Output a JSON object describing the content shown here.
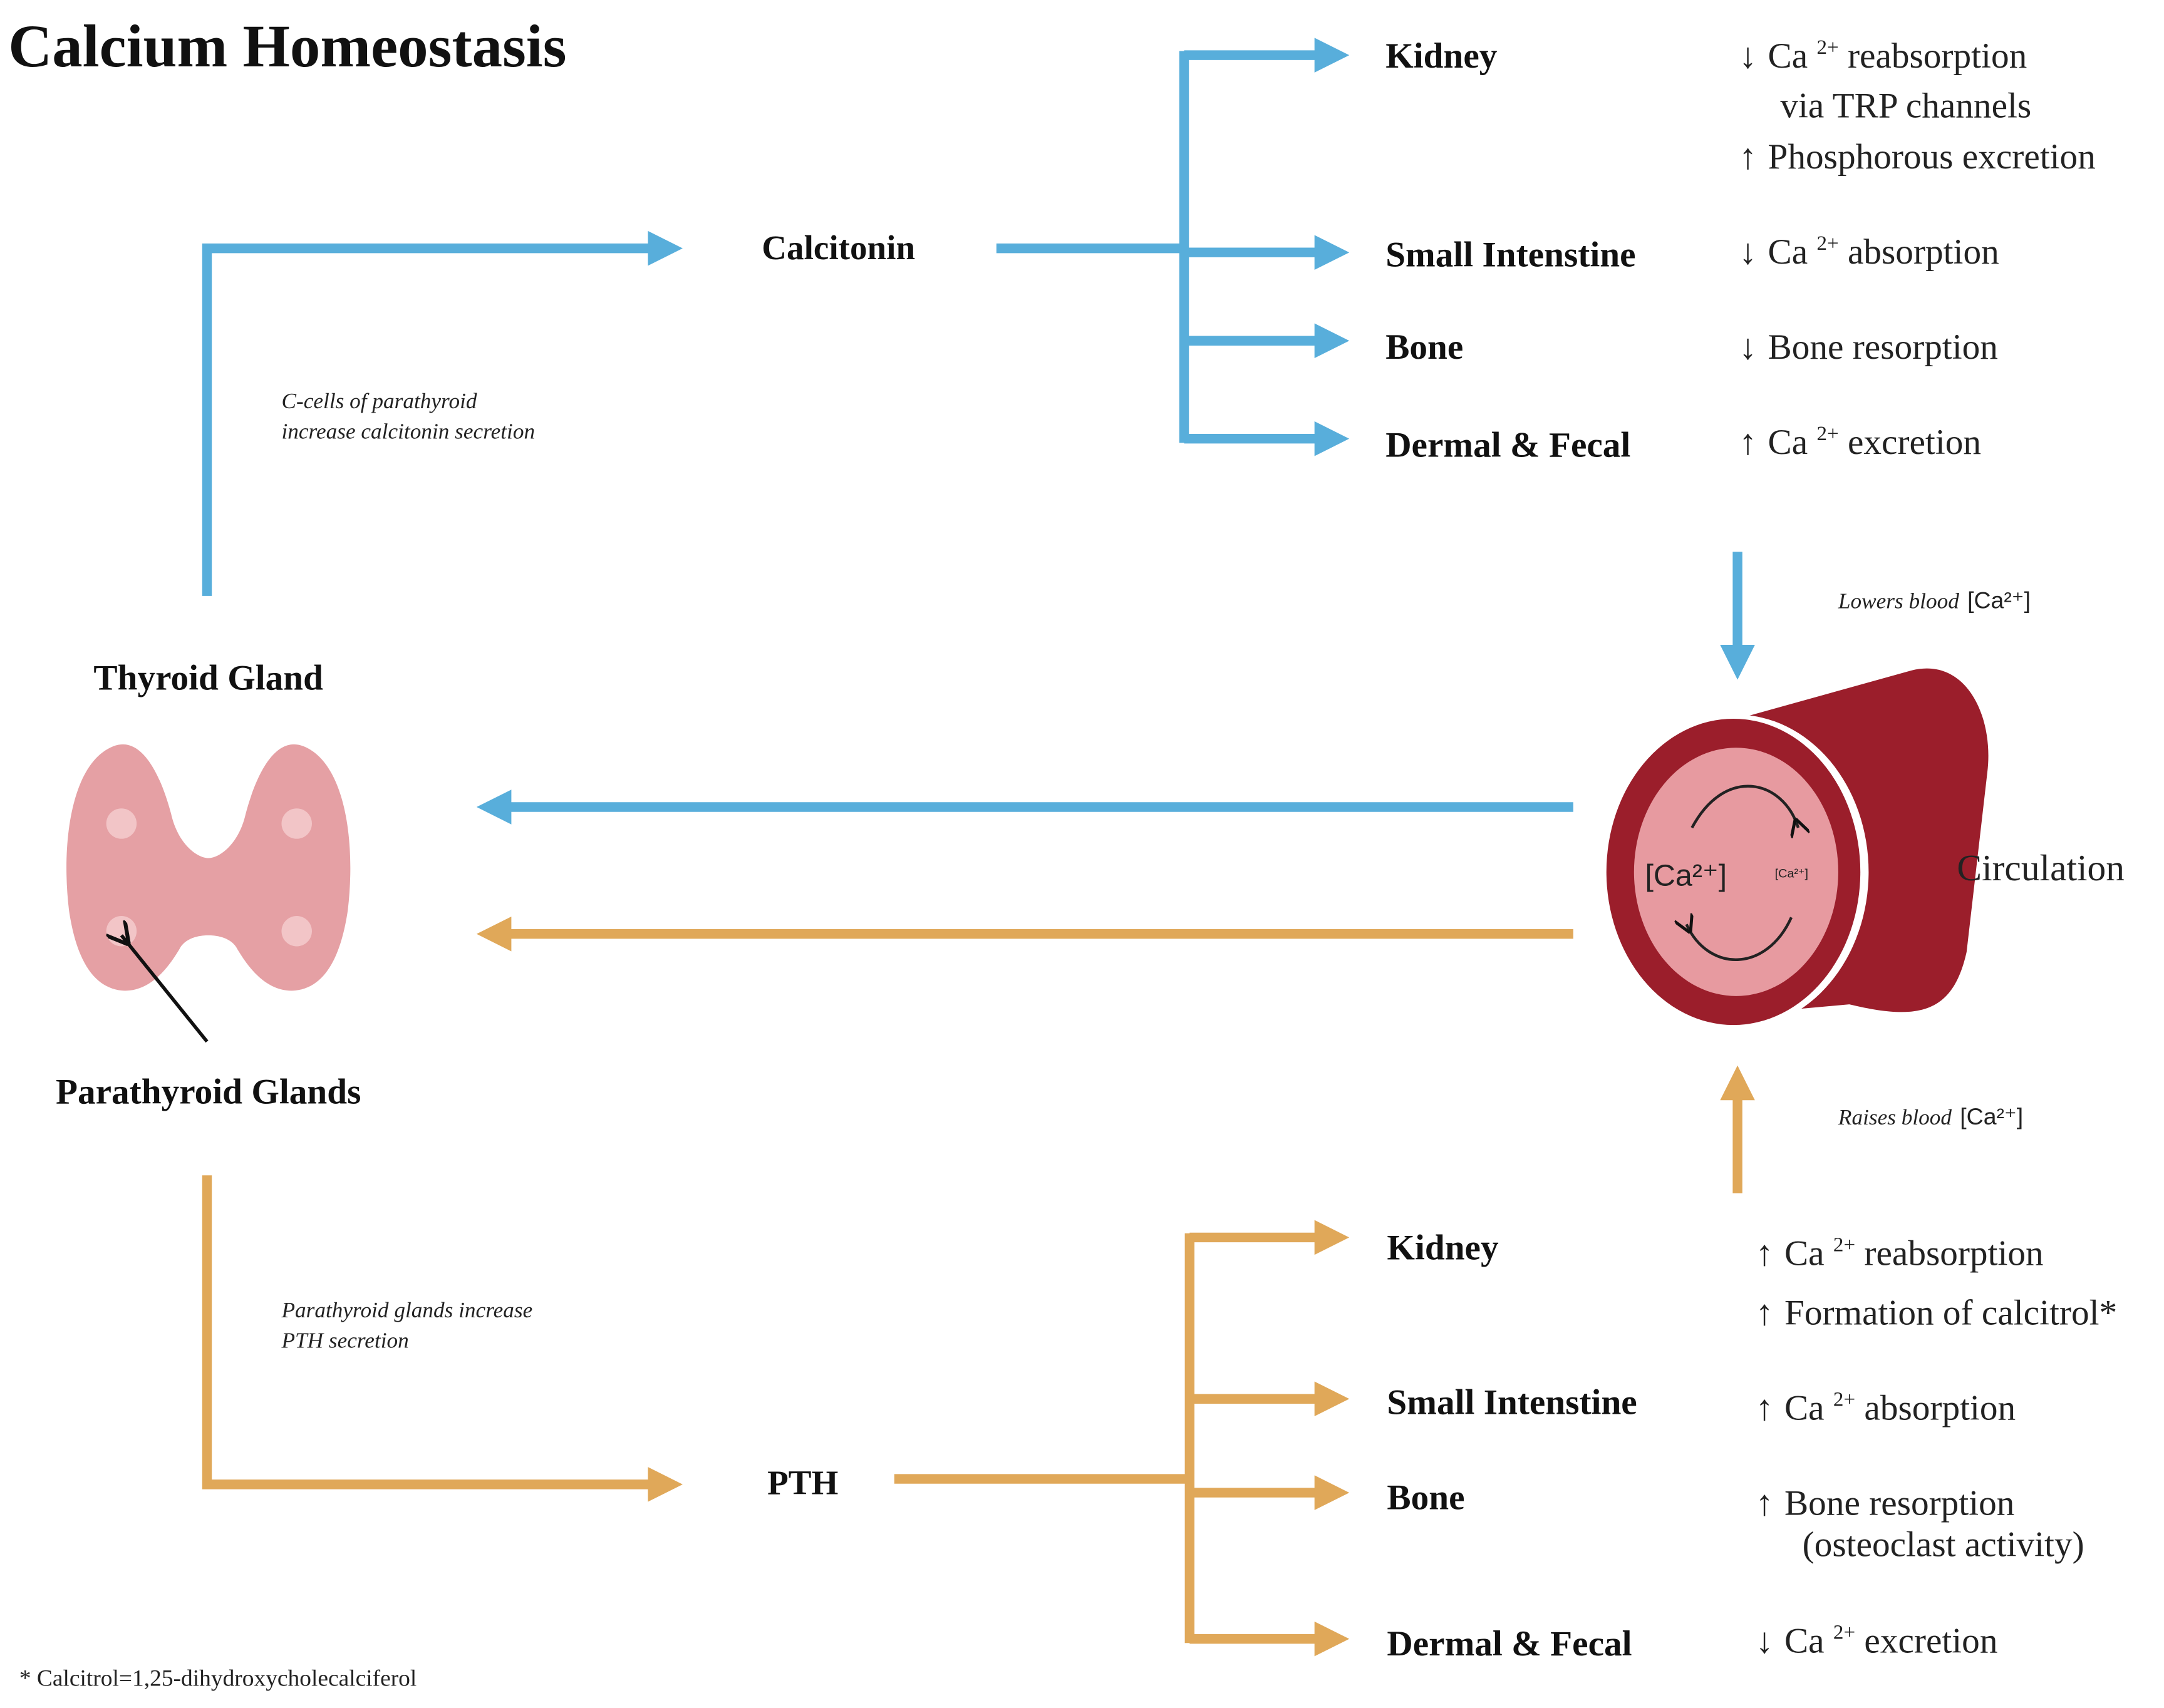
{
  "title": "Calcium Homeostasis",
  "colors": {
    "calcitonin": "#58aedb",
    "pth": "#e0a859",
    "thyroid": "#e5a0a4",
    "vessel_dark": "#9b1e2b",
    "vessel_light": "#e79aa0"
  },
  "calcitonin": {
    "label": "Calcitonin",
    "note_line1": "C-cells of parathyroid",
    "note_line2": "increase calcitonin secretion",
    "targets": [
      {
        "organ": "Kidney",
        "arrow1": "↓",
        "effect1a": "Ca ",
        "sup1": "2+",
        "effect1b": " reabsorption",
        "effect1_line2": "via TRP channels",
        "arrow2": "↑",
        "effect2": "Phosphorous excretion"
      },
      {
        "organ": "Small Intenstine",
        "arrow": "↓",
        "ca": "Ca ",
        "sup": "2+",
        "effect": " absorption"
      },
      {
        "organ": "Bone",
        "arrow": "↓",
        "effect": "Bone resorption"
      },
      {
        "organ": "Dermal & Fecal",
        "arrow": "↑",
        "ca": "Ca ",
        "sup": "2+",
        "effect": " excretion"
      }
    ],
    "blood_effect_italic": "Lowers blood",
    "blood_effect_ca": "[Ca²⁺]"
  },
  "thyroid": {
    "label": "Thyroid Gland",
    "parathyroid_label": "Parathyroid Glands"
  },
  "circulation": {
    "label": "Circulation",
    "center": "[Ca²⁺]",
    "small": "[Ca²⁺]"
  },
  "pth": {
    "label": "PTH",
    "note_line1": "Parathyroid glands increase",
    "note_line2": "PTH secretion",
    "targets": [
      {
        "organ": "Kidney",
        "arrow1": "↑",
        "ca1": "Ca ",
        "sup1": "2+",
        "effect1": " reabsorption",
        "arrow2": "↑",
        "effect2": "Formation of calcitrol*"
      },
      {
        "organ": "Small Intenstine",
        "arrow": "↑",
        "ca": "Ca ",
        "sup": "2+",
        "effect": " absorption"
      },
      {
        "organ": "Bone",
        "arrow": "↑",
        "effect": "Bone resorption",
        "effect_line2": "(osteoclast activity)"
      },
      {
        "organ": "Dermal & Fecal",
        "arrow": "↓",
        "ca": "Ca ",
        "sup": "2+",
        "effect": " excretion"
      }
    ],
    "blood_effect_italic": "Raises blood",
    "blood_effect_ca": "[Ca²⁺]"
  },
  "footnote": "* Calcitrol=1,25-dihydroxycholecalciferol"
}
